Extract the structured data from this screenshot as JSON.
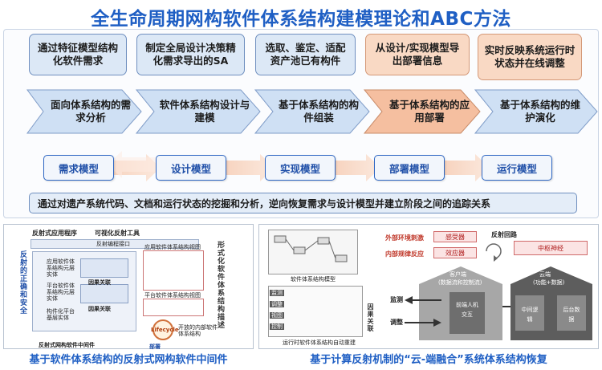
{
  "title": "全生命周期网构软件体系结构建模理论和ABC方法",
  "callouts": [
    "通过特征模型结构化软件需求",
    "制定全局设计决策精化需求导出的SA",
    "选取、鉴定、适配资产池已有构件",
    "从设计/实现模型导出部署信息",
    "实时反映系统运行时状态并在线调整"
  ],
  "stages": [
    {
      "label": "面向体系结构的需求分析"
    },
    {
      "label": "软件体系结构设计与建模"
    },
    {
      "label": "基于体系结构的构件组装"
    },
    {
      "label": "基于体系结构的应用部署"
    },
    {
      "label": "基于体系结构的维护演化"
    }
  ],
  "models": [
    "需求模型",
    "设计模型",
    "实现模型",
    "部署模型",
    "运行模型"
  ],
  "bottom_bar": "通过对遗产系统代码、文档和运行状态的挖掘和分析，逆向恢复需求与设计模型并建立阶段之间的追踪关系",
  "left_panel": {
    "caption": "基于软件体系结构的反射式网构软件中间件",
    "top_labels": [
      "反射式应用程序",
      "可视化反射工具"
    ],
    "reflect_api": "反射编程接口",
    "side_title": "反射的正确和安全",
    "right_title": "形式化软件体系结构描述",
    "app_arch": "应用软件体系结构视图",
    "platform_arch": "平台软件体系结构视图",
    "open_arch": "开放的内部软件体系结构",
    "inner_labels": [
      "应用软件体系结构元层实体",
      "平台软件体系结构元层实体",
      "构件化平台基层实体"
    ],
    "map_labels": [
      "因果关联",
      "因果关联"
    ],
    "base_label": "反射式网构软件中间件",
    "lifecycle": "Lifecycle",
    "deploy_label": "部署"
  },
  "right_panel": {
    "caption": "基于计算反射机制的“云-端融合”系统体系结构恢复",
    "model_label": "软件体系结构模型",
    "auto_label": "运行时软件体系结构自动重建",
    "loop_label": "反射回路",
    "env_stim": "外部环境刺激",
    "internal": "内部规律反应",
    "sensor": "感受器",
    "effector": "效应器",
    "central": "中枢神经",
    "monitor": "监测",
    "adjust": "调整",
    "client": "客户端",
    "client_sub": "(数据流和控制流)",
    "client_box": "前端人机交互",
    "cloud": "云端",
    "cloud_sub": "(功能+数据)",
    "mid_logic": "中间逻辑",
    "backend": "后台数据",
    "causal": "因果关联",
    "side_tags": [
      "监测",
      "调整",
      "视图",
      "控制"
    ]
  },
  "colors": {
    "title": "#1f5fc4",
    "callout_blue": "#dce8f6",
    "callout_orange": "#f9d9c4",
    "chevron_blue": "#cfe0f4",
    "chevron_orange": "#f5bfa0"
  }
}
